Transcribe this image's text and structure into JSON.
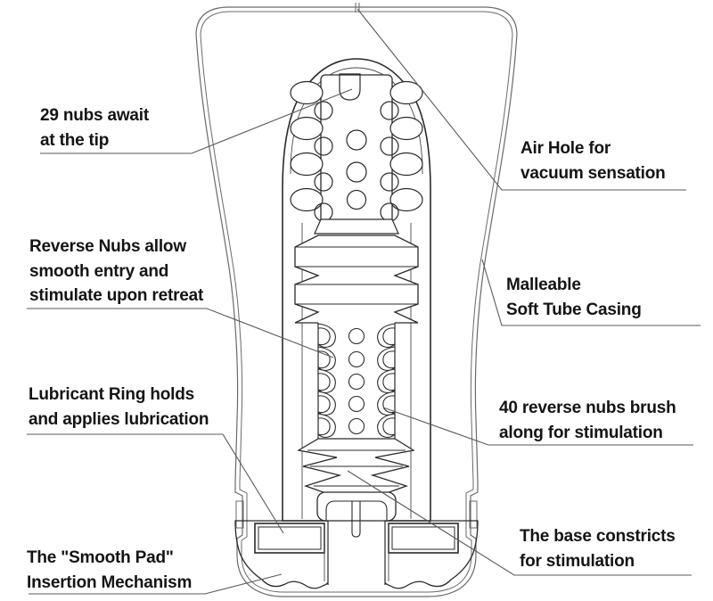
{
  "diagram_title": "Soft tube cup cutaway diagram",
  "colors": {
    "background": "#ffffff",
    "outline": "#2a2a2a",
    "casing_line": "#6a6a6a",
    "hatch_line": "#3f3f3f",
    "leader_line": "#5a5a5a",
    "text": "#141414"
  },
  "labels": {
    "nubs_tip": "29 nubs await\nat the tip",
    "air_hole": "Air Hole for\nvacuum sensation",
    "reverse_nubs": "Reverse Nubs allow\nsmooth entry and\nstimulate upon retreat",
    "casing": "Malleable\nSoft Tube Casing",
    "lubricant_ring": "Lubricant Ring holds\nand applies lubrication",
    "forty_nubs": "40 reverse nubs brush\nalong for stimulation",
    "smooth_pad": "The \"Smooth Pad\"\nInsertion Mechanism",
    "base_constricts": "The base constricts\nfor stimulation"
  }
}
